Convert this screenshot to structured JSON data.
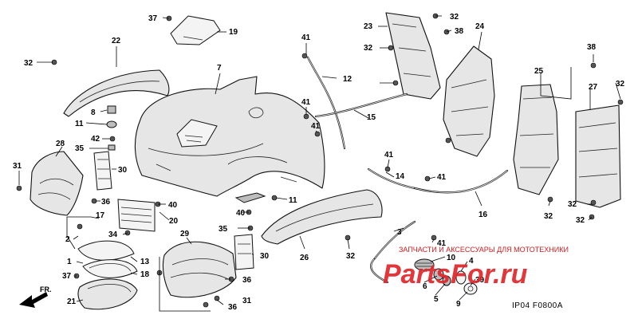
{
  "diagram": {
    "callouts": [
      "37",
      "19",
      "22",
      "32",
      "7",
      "8",
      "11",
      "42",
      "35",
      "28",
      "31",
      "30",
      "40",
      "36",
      "17",
      "2",
      "34",
      "1",
      "13",
      "37",
      "18",
      "21",
      "23",
      "32",
      "32",
      "38",
      "24",
      "41",
      "12",
      "41",
      "41",
      "15",
      "41",
      "14",
      "41",
      "16",
      "25",
      "38",
      "27",
      "32",
      "32",
      "32",
      "32",
      "20",
      "11",
      "40",
      "35",
      "30",
      "29",
      "36",
      "36",
      "31",
      "26",
      "32",
      "3",
      "41",
      "10",
      "4",
      "6",
      "5",
      "9",
      "39"
    ],
    "diagram_code": "IP04  F0800A",
    "direction_label": "FR."
  },
  "watermark": {
    "caption": "ЗАПЧАСТИ И АКСЕССУАРЫ ДЛЯ МОТОТЕХНИКИ",
    "logo": "PartsFor.ru"
  }
}
